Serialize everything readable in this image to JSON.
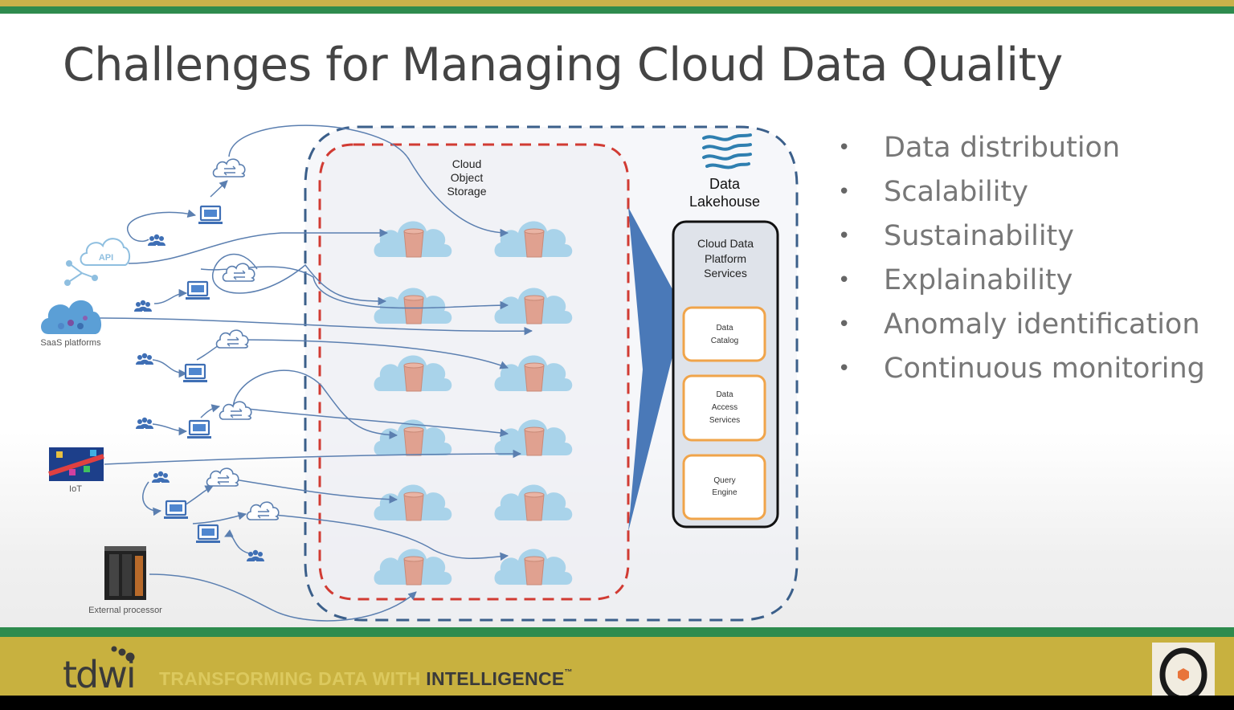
{
  "slide": {
    "title": "Challenges for Managing Cloud Data Quality",
    "bullets": [
      "Data distribution",
      "Scalability",
      "Sustainability",
      "Explainability",
      "Anomaly identification",
      "Continuous monitoring"
    ]
  },
  "diagram": {
    "cloud_storage_label": [
      "Cloud",
      "Object",
      "Storage"
    ],
    "lakehouse_label": [
      "Data",
      "Lakehouse"
    ],
    "platform_label": [
      "Cloud Data",
      "Platform",
      "Services"
    ],
    "services": [
      [
        "Data",
        "Catalog"
      ],
      [
        "Data",
        "Access",
        "Services"
      ],
      [
        "Query",
        "Engine"
      ]
    ],
    "api_label": "API",
    "saas_label": "SaaS platforms",
    "iot_label": "IoT",
    "external_label": "External processor"
  },
  "footer": {
    "logo_text": "tdwi",
    "tagline_light": "TRANSFORMING DATA WITH ",
    "tagline_bold": "INTELLIGENCE",
    "tagline_mark": "™"
  },
  "colors": {
    "green": "#2e8b4e",
    "gold": "#c8b13f",
    "red_dash": "#d13b33",
    "blue_dash": "#3b5f8a",
    "cloud": "#a9d3ea",
    "bucket": "#e0a190",
    "arrow": "#5b7fb0",
    "service_border": "#f0a44a"
  },
  "icons": [
    "cloud-bucket-icon",
    "exchange-cloud-icon",
    "computer-icon",
    "users-icon",
    "api-icon",
    "saas-icon",
    "iot-icon",
    "server-icon",
    "lakehouse-waves-icon"
  ]
}
